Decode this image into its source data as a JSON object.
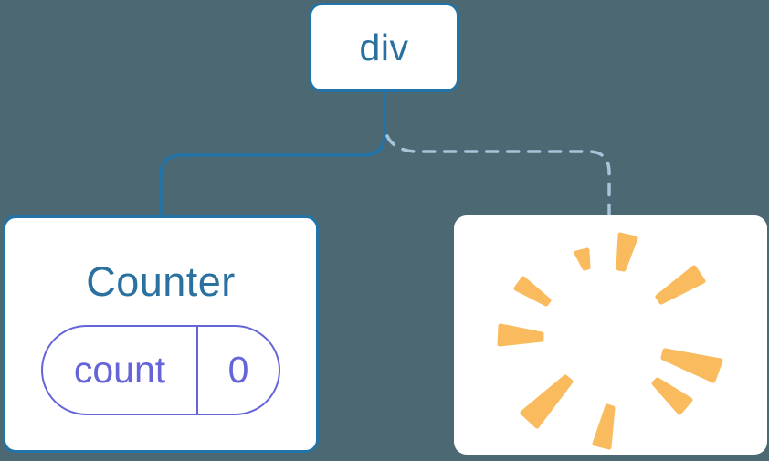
{
  "diagram": {
    "root": {
      "label": "div"
    },
    "children": [
      {
        "title": "Counter",
        "state": {
          "key": "count",
          "value": "0"
        },
        "connector": "solid"
      },
      {
        "icon": "poof-burst",
        "connector": "dashed"
      }
    ]
  },
  "colors": {
    "background": "#4C6973",
    "card_bg": "#FFFFFF",
    "node_border": "#2173A8",
    "node_text": "#2B719F",
    "solid_connector": "#2173A8",
    "dashed_connector": "#A6C4DA",
    "state_accent": "#6565D9",
    "burst": "#F9BB5E"
  }
}
